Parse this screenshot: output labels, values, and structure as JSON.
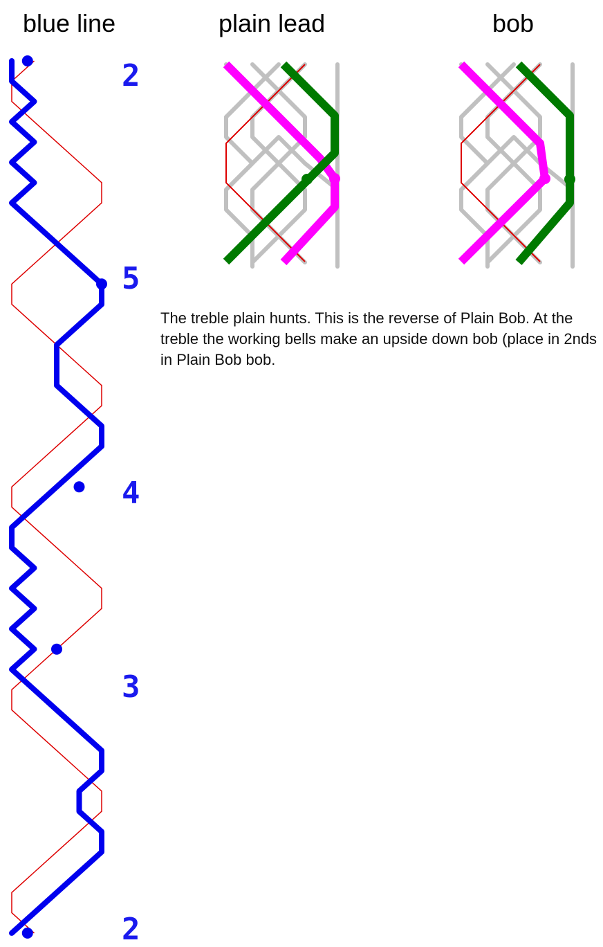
{
  "headings": {
    "blue_line": "blue line",
    "plain_lead": "plain lead",
    "bob": "bob"
  },
  "lead_end_numbers": [
    "2",
    "5",
    "4",
    "3",
    "2"
  ],
  "description": "The treble plain hunts. This is the reverse of Plain Bob. At the treble the working bells make an upside down bob (place in 2nds in Plain Bob bob.",
  "colors": {
    "blue_line": "#0000ee",
    "treble_line": "#dd0000",
    "pink_line": "#ff00ff",
    "green_line": "#007a00",
    "other_lines": "#c0c0c0",
    "numbers": "#1a1aee"
  },
  "method": {
    "bells": 5,
    "blue_line_places": [
      1,
      1,
      2,
      1,
      2,
      1,
      2,
      1,
      2,
      3,
      4,
      5,
      5,
      4,
      3,
      3,
      3,
      4,
      5,
      5,
      4,
      3,
      2,
      1,
      1,
      2,
      1,
      2,
      1,
      2,
      1,
      2,
      3,
      4,
      5,
      5,
      4,
      4,
      5,
      5,
      4,
      3,
      2,
      1
    ],
    "treble_places": [
      2,
      1,
      1,
      2,
      3,
      4,
      5,
      5,
      4,
      3,
      2,
      1,
      1,
      2,
      3,
      4,
      5,
      5,
      4,
      3,
      2,
      1,
      1,
      2,
      3,
      4,
      5,
      5,
      4,
      3,
      2,
      1,
      1,
      2,
      3,
      4,
      5,
      5,
      4,
      3,
      2,
      1,
      1,
      2
    ]
  }
}
